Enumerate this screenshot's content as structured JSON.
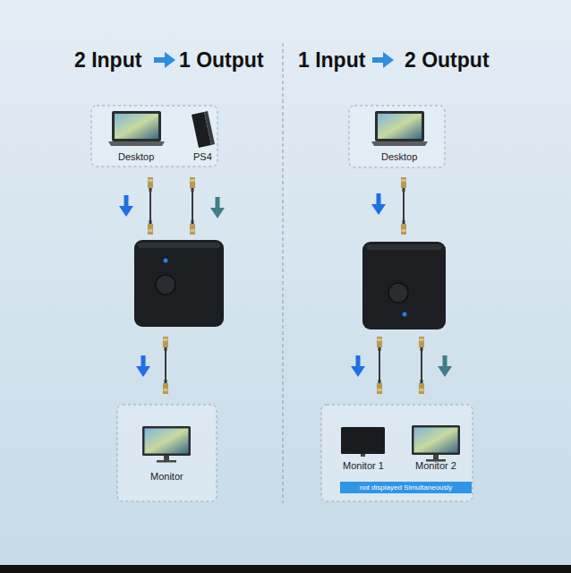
{
  "diagram": {
    "nodes": [
      {
        "text": [
          "Desktop"
        ]
      },
      {
        "text": [
          "PS4"
        ]
      },
      {
        "text": [
          "Monitor"
        ]
      },
      {
        "text": [
          "Desktop"
        ]
      },
      {
        "text": [
          "Monitor 1"
        ]
      },
      {
        "text": [
          "Monitor 2"
        ]
      },
      {
        "text": [
          "not displayed Simultaneously"
        ]
      }
    ],
    "labels": [
      "2 Input",
      "1 Output",
      "1 Input",
      "2 Output"
    ]
  }
}
